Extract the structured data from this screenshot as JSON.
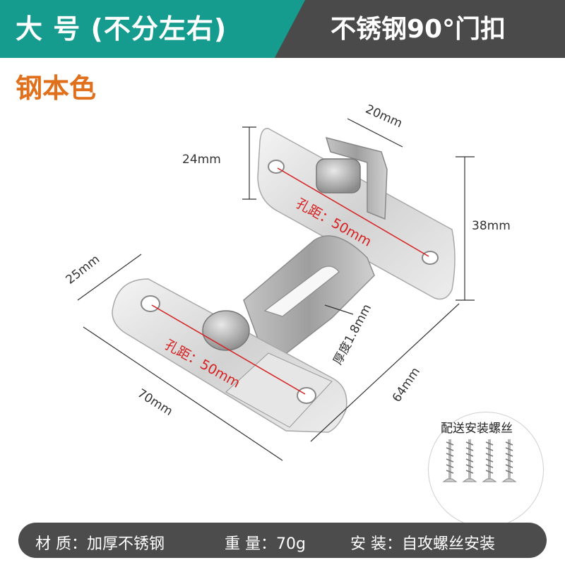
{
  "header": {
    "size_label": "大 号 (不分左右)",
    "product_name": "不锈钢90°门扣"
  },
  "color_label": "钢本色",
  "dimensions": {
    "top_width": "20mm",
    "top_height": "24mm",
    "right_height": "38mm",
    "left_width": "25mm",
    "thickness": "厚度1.8mm",
    "bottom_length": "70mm",
    "right_length": "64mm",
    "hole_distance_top": "孔距：50mm",
    "hole_distance_bottom": "孔距：50mm"
  },
  "accessory": {
    "title": "配送安装螺丝"
  },
  "specs": {
    "material": "材 质：加厚不锈钢",
    "weight": "重 量：70g",
    "install": "安 装：自攻螺丝安装"
  },
  "colors": {
    "header_teal": "#169c8e",
    "header_dark": "#4a4a4a",
    "accent_orange": "#e0701c",
    "dimension_red": "#d62020"
  }
}
